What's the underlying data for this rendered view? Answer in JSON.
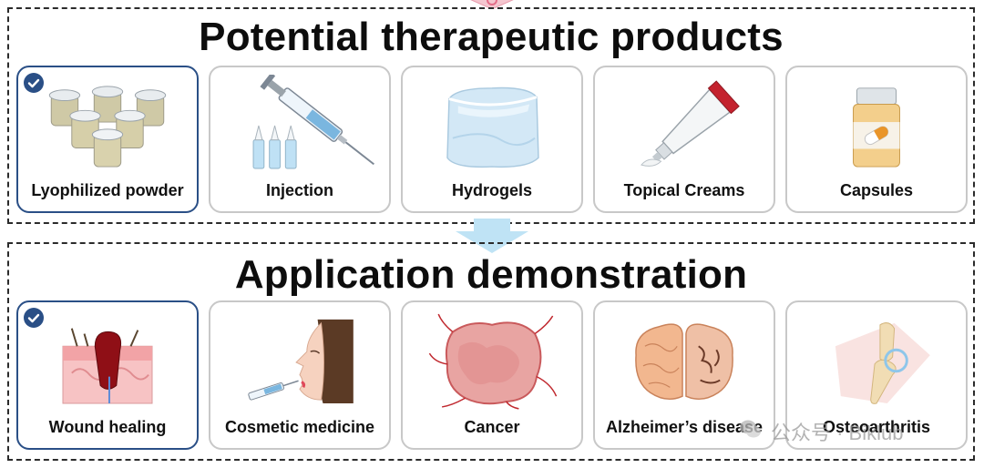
{
  "sections": [
    {
      "title": "Potential therapeutic products",
      "cards": [
        {
          "label": "Lyophilized powder",
          "icon": "vials-icon",
          "selected": true
        },
        {
          "label": "Injection",
          "icon": "syringe-icon",
          "selected": false
        },
        {
          "label": "Hydrogels",
          "icon": "hydrogel-cube-icon",
          "selected": false
        },
        {
          "label": "Topical Creams",
          "icon": "cream-tube-icon",
          "selected": false
        },
        {
          "label": "Capsules",
          "icon": "pill-bottle-icon",
          "selected": false
        }
      ]
    },
    {
      "title": "Application demonstration",
      "cards": [
        {
          "label": "Wound healing",
          "icon": "skin-wound-icon",
          "selected": true
        },
        {
          "label": "Cosmetic medicine",
          "icon": "face-injection-icon",
          "selected": false
        },
        {
          "label": "Cancer",
          "icon": "tumor-icon",
          "selected": false
        },
        {
          "label": "Alzheimer’s disease",
          "icon": "brain-icon",
          "selected": false
        },
        {
          "label": "Osteoarthritis",
          "icon": "knee-joint-icon",
          "selected": false
        }
      ]
    }
  ],
  "watermark": {
    "text": "公众号 · Biklub",
    "icon": "wechat-icon"
  },
  "colors": {
    "selected_border": "#2a4f86",
    "card_border": "#c8c8c8",
    "arrow": "#bfe3f5"
  }
}
